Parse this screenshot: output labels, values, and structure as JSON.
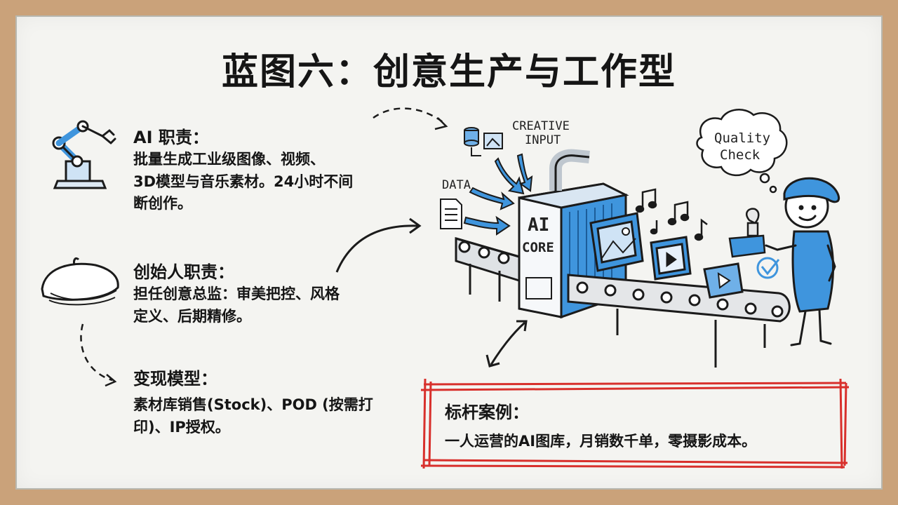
{
  "title": "蓝图六：创意生产与工作型",
  "sections": [
    {
      "heading": "AI 职责：",
      "text": "批量生成工业级图像、视频、",
      "text2": "3D模型与音乐素材。24小时不间",
      "text3": "断创作。"
    },
    {
      "heading": "创始人职责：",
      "text": "担任创意总监：审美把控、风格",
      "text2": "定义、后期精修。"
    },
    {
      "heading": "变现模型：",
      "text": "素材库销售(Stock)、POD (按需打",
      "text2": "印)、IP授权。"
    }
  ],
  "case": {
    "heading": "标杆案例：",
    "text": "一人运营的AI图库，月销数千单，零摄影成本。"
  },
  "illustration": {
    "creative_input_1": "CREATIVE",
    "creative_input_2": "INPUT",
    "data_label": "DATA",
    "core_1": "AI",
    "core_2": "CORE",
    "bubble_1": "Quality",
    "bubble_2": "Check"
  },
  "colors": {
    "accent": "#3f95dd",
    "case_border": "#d8302c",
    "ink": "#151515"
  },
  "icons": [
    "robot-arm-icon",
    "beret-icon",
    "database-icon",
    "document-icon",
    "music-note-icon",
    "stamp-icon",
    "checkmark-icon"
  ]
}
